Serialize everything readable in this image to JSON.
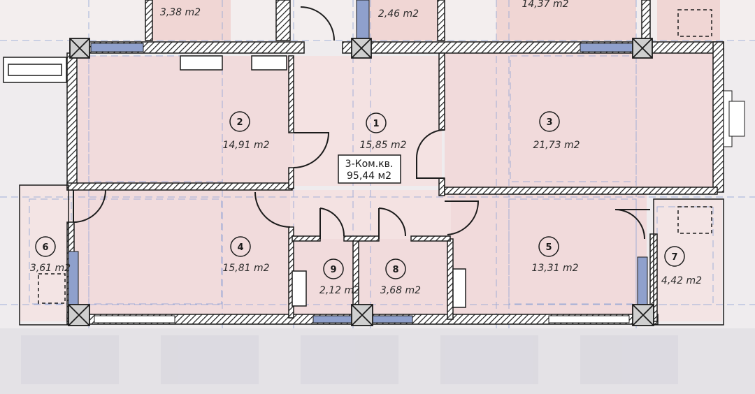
{
  "apartment": {
    "type_label": "3-Ком.кв.",
    "total_area": "95,44 м2"
  },
  "rooms": [
    {
      "number": "1",
      "area": "15,85 m2"
    },
    {
      "number": "2",
      "area": "14,91 m2"
    },
    {
      "number": "3",
      "area": "21,73 m2"
    },
    {
      "number": "4",
      "area": "15,81 m2"
    },
    {
      "number": "5",
      "area": "13,31 m2"
    },
    {
      "number": "6",
      "area": "3,61 m2"
    },
    {
      "number": "7",
      "area": "4,42 m2"
    },
    {
      "number": "8",
      "area": "3,68 m2"
    },
    {
      "number": "9",
      "area": "2,12 m2"
    }
  ],
  "neighbor_areas": [
    "3,38 m2",
    "2,46 m2",
    "14,37 m2"
  ],
  "colors": {
    "background": "#f1eff0",
    "room_fill": "#f0d9da",
    "wall": "#1c1c1c",
    "window": "#8fa0cc",
    "grid_line": "#8fa3d6"
  }
}
